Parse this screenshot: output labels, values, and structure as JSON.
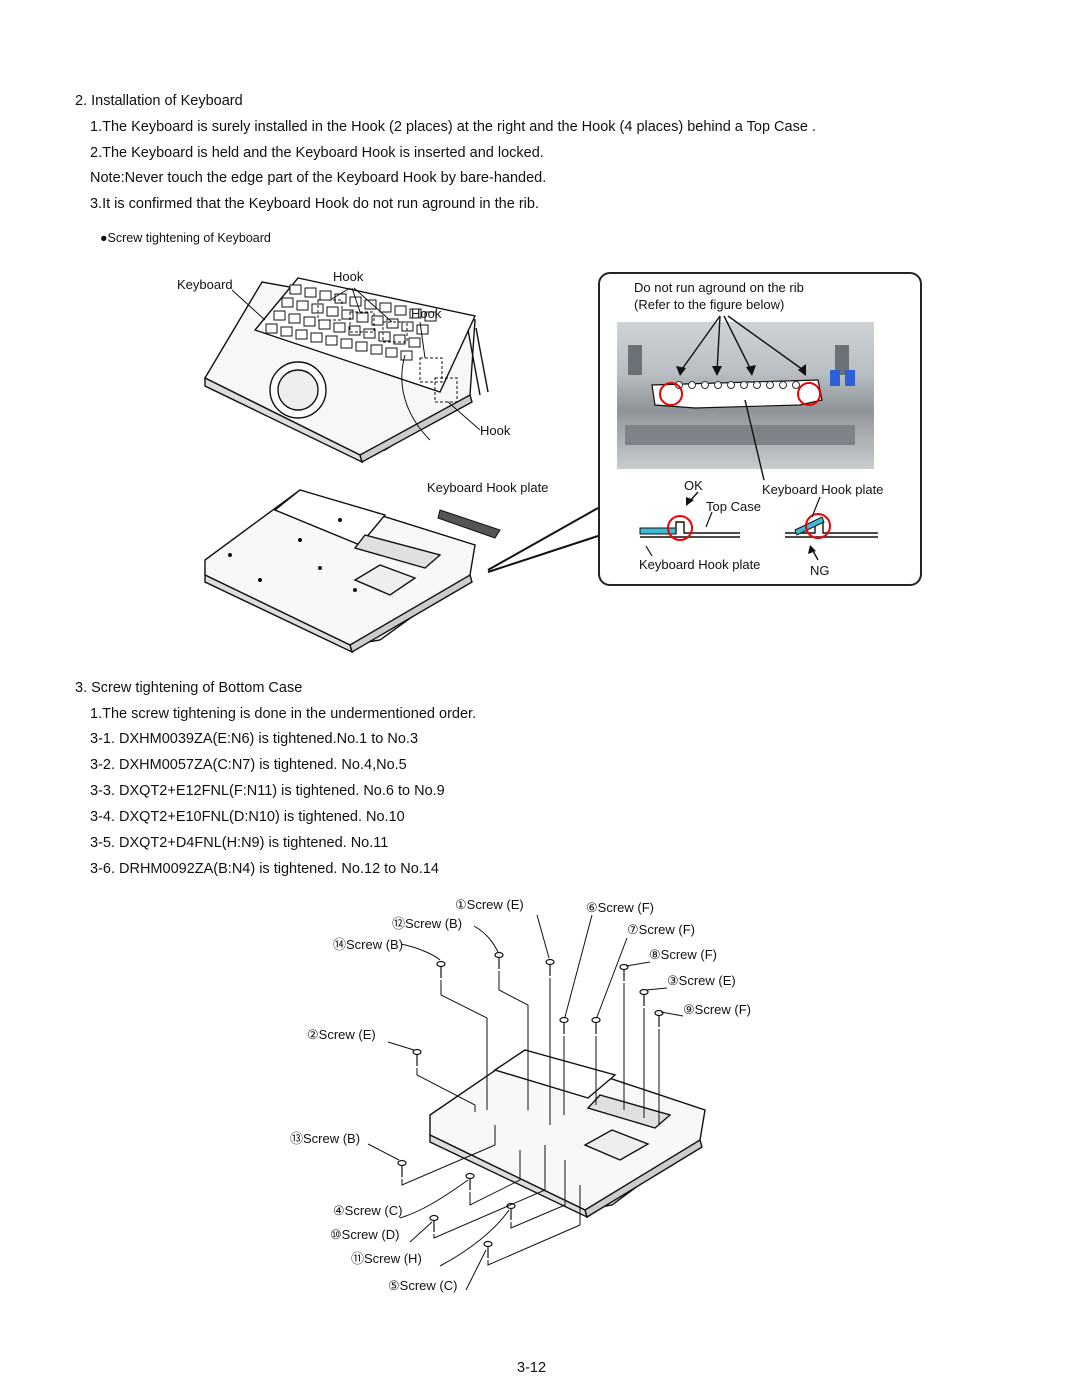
{
  "section2": {
    "heading": "2. Installation of Keyboard",
    "steps": [
      "1.The Keyboard is surely installed in the Hook (2 places) at the right and the Hook (4 places) behind a Top Case .",
      "2.The Keyboard is held and the Keyboard Hook is inserted and locked.",
      "Note:Never touch the edge part of the Keyboard Hook by bare-handed.",
      "3.It is confirmed that the Keyboard Hook do not run aground in the rib."
    ],
    "figure_caption": "●Screw tightening of Keyboard",
    "figure_labels": {
      "keyboard": "Keyboard",
      "hook_top": "Hook",
      "hook_mid": "Hook",
      "hook_bottom": "Hook",
      "keyboard_hook_plate": "Keyboard Hook plate"
    },
    "callout": {
      "line1": "Do not run aground on the rib",
      "line2": "(Refer to the figure below)",
      "ok": "OK",
      "keyboard_hook_plate_right": "Keyboard Hook plate",
      "top_case": "Top Case",
      "keyboard_hook_plate_left": "Keyboard Hook plate",
      "ng": "NG"
    }
  },
  "section3": {
    "heading": "3. Screw tightening of Bottom Case",
    "steps": [
      "1.The screw tightening is done in the undermentioned order.",
      "3-1. DXHM0039ZA(E:N6) is tightened.No.1 to No.3",
      "3-2. DXHM0057ZA(C:N7) is tightened. No.4,No.5",
      "3-3. DXQT2+E12FNL(F:N11) is tightened. No.6 to No.9",
      "3-4. DXQT2+E10FNL(D:N10) is tightened. No.10",
      "3-5. DXQT2+D4FNL(H:N9) is tightened. No.11",
      "3-6. DRHM0092ZA(B:N4) is tightened. No.12 to No.14"
    ],
    "screw_labels": {
      "s1": "①Screw (E)",
      "s12": "⑫Screw (B)",
      "s14": "⑭Screw (B)",
      "s6": "⑥Screw (F)",
      "s7": "⑦Screw (F)",
      "s8": "⑧Screw (F)",
      "s3": "③Screw (E)",
      "s9": "⑨Screw (F)",
      "s2": "②Screw (E)",
      "s13": "⑬Screw (B)",
      "s4": "④Screw (C)",
      "s10": "⑩Screw (D)",
      "s11": "⑪Screw (H)",
      "s5": "⑤Screw (C)"
    }
  },
  "page_number": "3-12"
}
